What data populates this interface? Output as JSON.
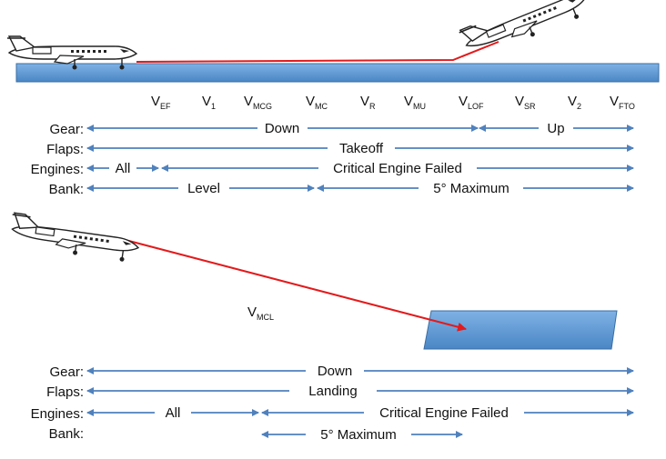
{
  "colors": {
    "arrow": "#4f81bd",
    "runway_fill": "#5b9bd5",
    "runway_stroke": "#3a6ea5",
    "flight_path": "#e31a1c"
  },
  "icons": [
    "jet-aircraft-icon"
  ],
  "takeoff": {
    "speeds": [
      {
        "main": "V",
        "sub": "EF"
      },
      {
        "main": "V",
        "sub": "1"
      },
      {
        "main": "V",
        "sub": "MCG"
      },
      {
        "main": "V",
        "sub": "MC"
      },
      {
        "main": "V",
        "sub": "R"
      },
      {
        "main": "V",
        "sub": "MU"
      },
      {
        "main": "V",
        "sub": "LOF"
      },
      {
        "main": "V",
        "sub": "SR"
      },
      {
        "main": "V",
        "sub": "2"
      },
      {
        "main": "V",
        "sub": "FTO"
      }
    ],
    "rows": [
      {
        "label": "Gear:",
        "segments": [
          "Down",
          "Up"
        ]
      },
      {
        "label": "Flaps:",
        "segments": [
          "Takeoff"
        ]
      },
      {
        "label": "Engines:",
        "segments": [
          "All",
          "Critical Engine Failed"
        ]
      },
      {
        "label": "Bank:",
        "segments": [
          "Level",
          "5° Maximum"
        ]
      }
    ]
  },
  "landing": {
    "speed": {
      "main": "V",
      "sub": "MCL"
    },
    "rows": [
      {
        "label": "Gear:",
        "segments": [
          "Down"
        ]
      },
      {
        "label": "Flaps:",
        "segments": [
          "Landing"
        ]
      },
      {
        "label": "Engines:",
        "segments": [
          "All",
          "Critical Engine Failed"
        ]
      },
      {
        "label": "Bank:",
        "segments": [
          "5° Maximum"
        ]
      }
    ]
  }
}
